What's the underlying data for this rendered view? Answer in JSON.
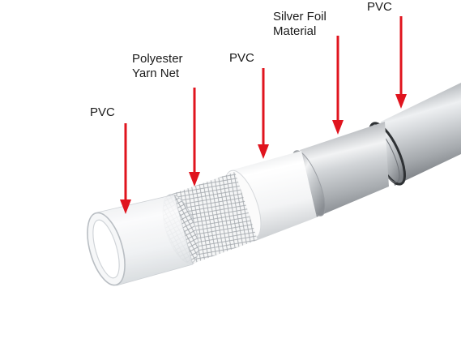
{
  "labels": {
    "pvc_inner": "PVC",
    "yarn_line1": "Polyester",
    "yarn_line2": "Yarn Net",
    "pvc_middle": "PVC",
    "foil_line1": "Silver Foil",
    "foil_line2": "Material",
    "pvc_outer": "PVC"
  },
  "colors": {
    "arrow": "#e0141e",
    "label_text": "#1a1a1a",
    "foil": "#c4c7cb",
    "outer_sheath": "#b8bcc0",
    "pvc_white": "#f7f7f7",
    "clear_pvc": "#e9ecef"
  }
}
